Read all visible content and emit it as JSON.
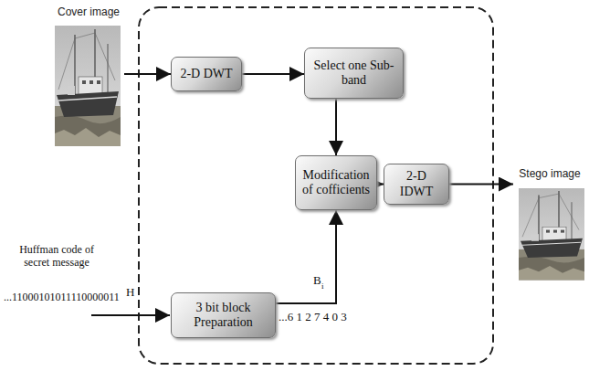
{
  "diagram": {
    "nodes": [
      {
        "text": [
          "Cover image"
        ]
      },
      {
        "text": [
          "2-D DWT"
        ]
      },
      {
        "text": [
          "Select one Sub-band"
        ]
      },
      {
        "text": [
          "Modification of cofficients"
        ]
      },
      {
        "text": [
          "2-D IDWT"
        ]
      },
      {
        "text": [
          "Stego image"
        ]
      },
      {
        "text": [
          "3 bit block Preparation"
        ]
      }
    ],
    "edges": [
      {
        "from": 0,
        "to": 1,
        "arrow": "to"
      },
      {
        "from": 1,
        "to": 2,
        "arrow": "to"
      },
      {
        "from": 2,
        "to": 3,
        "arrow": "to"
      },
      {
        "from": 3,
        "to": 4,
        "arrow": "to"
      },
      {
        "from": 4,
        "to": 5,
        "arrow": "to"
      },
      {
        "from": 6,
        "to": 3,
        "arrow": "to"
      }
    ],
    "labels": [
      "Huffman code of secret message",
      "...11000101011110000011",
      "H",
      "B",
      "i",
      "...6 1 2 7 4 0 3"
    ]
  }
}
